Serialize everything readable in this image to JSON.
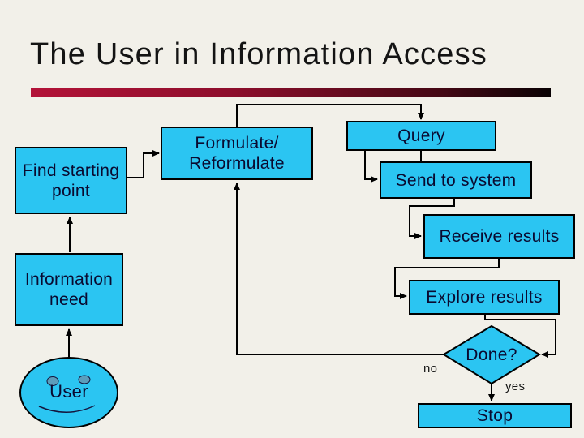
{
  "slide": {
    "title": "The User in Information Access"
  },
  "colors": {
    "background": "#f2f0e9",
    "node_fill": "#2bc5f2",
    "node_border": "#000000",
    "node_text": "#0a0a30",
    "accent_bar_left": "#b31338",
    "accent_bar_right": "#0a0204",
    "connector": "#000000",
    "eye_fill": "#5c9dbb"
  },
  "flowchart": {
    "nodes": {
      "find_starting_point": {
        "line1": "Find starting",
        "line2": "point"
      },
      "formulate": {
        "line1": "Formulate/",
        "line2": "Reformulate"
      },
      "query": {
        "label": "Query"
      },
      "send_to_system": {
        "label": "Send to system"
      },
      "receive_results": {
        "label": "Receive results"
      },
      "explore_results": {
        "label": "Explore results"
      },
      "information_need": {
        "line1": "Information",
        "line2": "need"
      },
      "done": {
        "label": "Done?"
      },
      "stop": {
        "label": "Stop"
      },
      "user": {
        "label": "User"
      }
    },
    "edge_labels": {
      "no": "no",
      "yes": "yes"
    }
  }
}
